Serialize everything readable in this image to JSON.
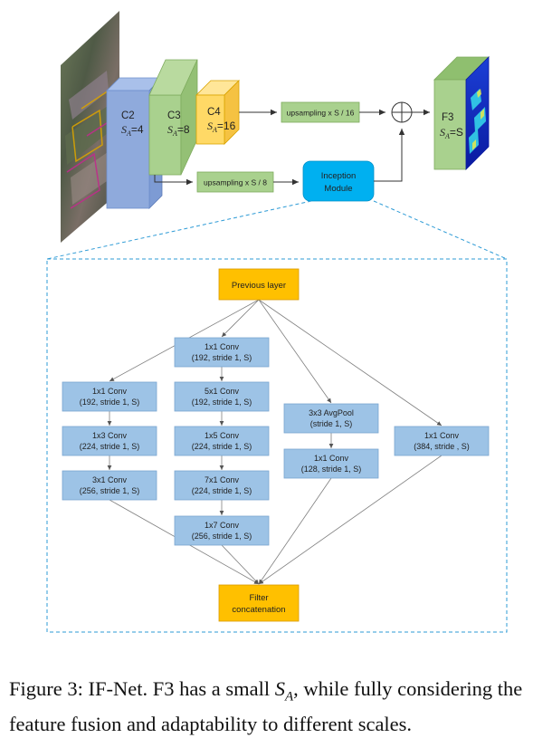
{
  "top": {
    "c2": {
      "name": "C2",
      "sa_prefix": "S",
      "sa_sub": "A",
      "sa_val": "=4"
    },
    "c3": {
      "name": "C3",
      "sa_prefix": "S",
      "sa_sub": "A",
      "sa_val": "=8"
    },
    "c4": {
      "name": "C4",
      "sa_prefix": "S",
      "sa_sub": "A",
      "sa_val": "=16"
    },
    "f3": {
      "name": "F3",
      "sa_prefix": "S",
      "sa_sub": "A",
      "sa_val": "=S"
    },
    "up16": "upsampling x S / 16",
    "up8": "upsampling x S / 8",
    "inception": [
      "Inception",
      "Module"
    ]
  },
  "detail": {
    "prev": "Previous layer",
    "concat": [
      "Filter",
      "concatenation"
    ],
    "branch1": [
      [
        "1x1 Conv",
        "(192, stride 1, S)"
      ],
      [
        "1x3 Conv",
        "(224, stride 1, S)"
      ],
      [
        "3x1 Conv",
        "(256, stride 1, S)"
      ]
    ],
    "branch2": [
      [
        "1x1 Conv",
        "(192, stride 1, S)"
      ],
      [
        "5x1 Conv",
        "(192, stride 1, S)"
      ],
      [
        "1x5 Conv",
        "(224, stride 1, S)"
      ],
      [
        "7x1 Conv",
        "(224, stride 1, S)"
      ],
      [
        "1x7 Conv",
        "(256, stride 1, S)"
      ]
    ],
    "branch3": [
      [
        "3x3 AvgPool",
        "(stride 1, S)"
      ],
      [
        "1x1 Conv",
        "(128, stride 1, S)"
      ]
    ],
    "branch4": [
      [
        "1x1 Conv",
        "(384, stride , S)"
      ]
    ]
  },
  "caption": {
    "label": "Figure 3:",
    "t1": "IF-Net. F3 has a small",
    "sa_s": "S",
    "sa_a": "A",
    "t2": ", while fully considering the feature fusion and adaptability to different scales."
  },
  "colors": {
    "blue_box": "#9dc3e6",
    "orange_box": "#ffc000",
    "green_box": "#a9d18e",
    "cyan_module": "#00b0f0",
    "c2_face": "#8faadc",
    "c4_face": "#ffd966",
    "dashed": "#2e9bd6"
  }
}
